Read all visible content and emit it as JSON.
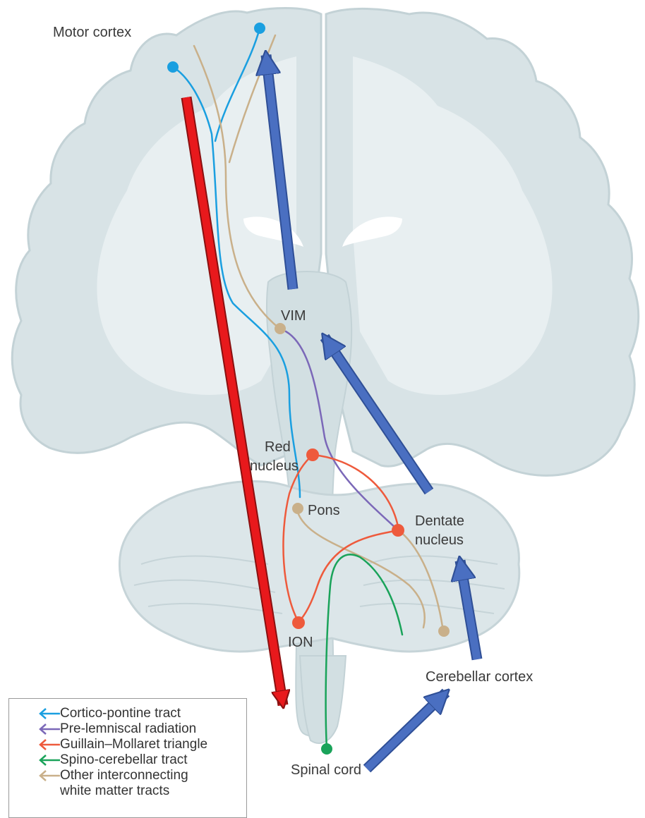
{
  "labels": {
    "motor_cortex": "Motor cortex",
    "vim": "VIM",
    "red_nucleus_line1": "Red",
    "red_nucleus_line2": "nucleus",
    "pons": "Pons",
    "dentate_line1": "Dentate",
    "dentate_line2": "nucleus",
    "ion": "ION",
    "cerebellar_cortex": "Cerebellar cortex",
    "spinal_cord": "Spinal cord"
  },
  "legend": [
    {
      "label": "Cortico-pontine tract",
      "color": "#1a9fe0"
    },
    {
      "label": "Pre-lemniscal radiation",
      "color": "#7b68b8"
    },
    {
      "label": "Guillain–Mollaret triangle",
      "color": "#ee5a3c"
    },
    {
      "label": "Spino-cerebellar tract",
      "color": "#1aa35a"
    },
    {
      "label": "Other interconnecting",
      "label2": "white matter tracts",
      "color": "#c9b08a"
    }
  ],
  "colors": {
    "brain_tissue": "#d8e3e6",
    "brain_dark": "#c3d2d6",
    "brain_light": "#e8eff1",
    "arrow_blue": "#4a6fc1",
    "arrow_red": "#e8191c"
  }
}
